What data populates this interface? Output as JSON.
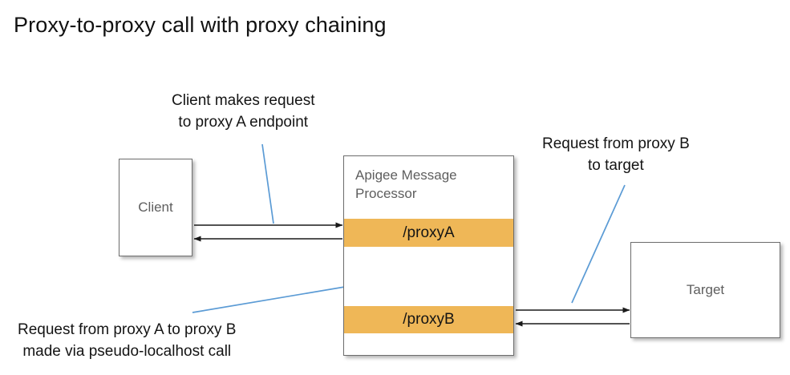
{
  "title": "Proxy-to-proxy call with proxy chaining",
  "nodes": {
    "client": {
      "label": "Client"
    },
    "target": {
      "label": "Target"
    },
    "message_processor": {
      "label_line1": "Apigee Message",
      "label_line2": "Processor",
      "proxy_a": "/proxyA",
      "proxy_b": "/proxyB"
    }
  },
  "annotations": {
    "client_request": {
      "line1": "Client makes request",
      "line2": "to proxy A endpoint"
    },
    "proxyb_to_target": {
      "line1": "Request from proxy B",
      "line2": "to target"
    },
    "proxy_chaining": {
      "line1": "Request from proxy A to proxy B",
      "line2": "made via pseudo-localhost call"
    }
  },
  "colors": {
    "proxy_band": "#efb757",
    "box_border": "#6d6d6d",
    "node_text": "#5e5e5e",
    "annotation_text": "#141414",
    "leader_line": "#5b9bd5",
    "arrow": "#1a1a1a"
  },
  "flows": [
    {
      "name": "client-to-proxyA-request",
      "from": "client",
      "to": "/proxyA",
      "direction": "right"
    },
    {
      "name": "proxyA-to-client-response",
      "from": "/proxyA",
      "to": "client",
      "direction": "left"
    },
    {
      "name": "proxyB-to-proxyA-response",
      "from": "/proxyB",
      "to": "/proxyA",
      "direction": "up"
    },
    {
      "name": "proxyA-to-proxyB-request",
      "from": "/proxyA",
      "to": "/proxyB",
      "direction": "down"
    },
    {
      "name": "proxyB-to-target-request",
      "from": "/proxyB",
      "to": "target",
      "direction": "right"
    },
    {
      "name": "target-to-proxyB-response",
      "from": "target",
      "to": "/proxyB",
      "direction": "left"
    }
  ]
}
